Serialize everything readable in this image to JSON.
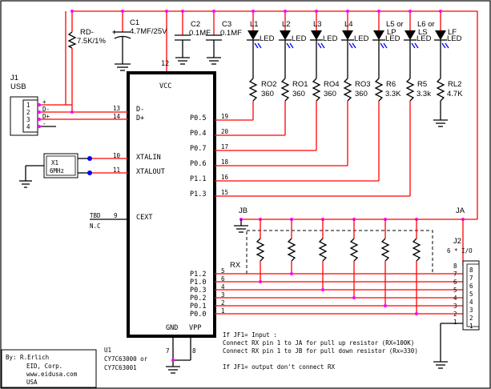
{
  "chip": {
    "vcc": "VCC",
    "gnd": "GND",
    "vpp": "VPP",
    "pin_vcc": "12",
    "pin_gnd": "7",
    "pin_vpp": "8",
    "ref": "U1",
    "part1": "CY7C63000 or",
    "part2": "CY7C63001",
    "left_pins": [
      {
        "num": "13",
        "label": "D-"
      },
      {
        "num": "14",
        "label": "D+"
      },
      {
        "num": "10",
        "label": "XTALIN"
      },
      {
        "num": "11",
        "label": "XTALOUT"
      },
      {
        "num": "9",
        "label": "CEXT"
      }
    ],
    "right_top_pins": [
      {
        "num": "19",
        "label": "P0.5"
      },
      {
        "num": "20",
        "label": "P0.4"
      },
      {
        "num": "17",
        "label": "P0.7"
      },
      {
        "num": "18",
        "label": "P0.6"
      },
      {
        "num": "16",
        "label": "P1.1"
      },
      {
        "num": "15",
        "label": "P1.3"
      }
    ],
    "right_bottom_pins": [
      {
        "num": "5",
        "label": "P1.2"
      },
      {
        "num": "6",
        "label": "P1.0"
      },
      {
        "num": "4",
        "label": "P0.3"
      },
      {
        "num": "3",
        "label": "P0.2"
      },
      {
        "num": "2",
        "label": "P0.1"
      },
      {
        "num": "1",
        "label": "P0.0"
      }
    ]
  },
  "usb": {
    "ref": "J1",
    "name": "USB",
    "pins": [
      "1",
      "2",
      "3",
      "4"
    ],
    "signals": [
      "+",
      "D-",
      "D+",
      "-"
    ]
  },
  "rd": {
    "ref": "RD-",
    "value": "7.5K/1%"
  },
  "caps": [
    {
      "ref": "C1",
      "value": "4.7MF/25V",
      "polarity": "+"
    },
    {
      "ref": "C2",
      "value": "0.1MF"
    },
    {
      "ref": "C3",
      "value": "0.1MF"
    }
  ],
  "leds": [
    {
      "ref": "L1",
      "type": "LED"
    },
    {
      "ref": "L2",
      "type": "LED"
    },
    {
      "ref": "L3",
      "type": "LED"
    },
    {
      "ref": "L4",
      "type": "LED"
    },
    {
      "ref": "LP",
      "type": "LED",
      "alt": "L5 or"
    },
    {
      "ref": "LS",
      "type": "LED",
      "alt": "L6 or"
    },
    {
      "ref": "LF",
      "type": "LED"
    }
  ],
  "resistors": [
    {
      "ref": "RO2",
      "value": "360"
    },
    {
      "ref": "RO1",
      "value": "360"
    },
    {
      "ref": "RO4",
      "value": "360"
    },
    {
      "ref": "RO3",
      "value": "360"
    },
    {
      "ref": "R6",
      "value": "3.3K"
    },
    {
      "ref": "R5",
      "value": "3.3k"
    },
    {
      "ref": "RL2",
      "value": "4.7K"
    }
  ],
  "crystal": {
    "ref": "X1",
    "value": "6MHz"
  },
  "cext": {
    "tbd": "TBD",
    "nc": "N.C"
  },
  "rx": {
    "label": "RX"
  },
  "ja": "JA",
  "jb": "JB",
  "j2": {
    "ref": "J2",
    "desc": "6 * I/O",
    "pins": [
      "8",
      "7",
      "6",
      "5",
      "4",
      "3",
      "2",
      "1"
    ],
    "left_nums": [
      "8",
      "7",
      "6",
      "5",
      "4",
      "3",
      "2",
      "1"
    ]
  },
  "notes": {
    "line1": "If JF1= Input :",
    "line2": "Connect RX pin 1 to JA for pull up resistor (RX=100K)",
    "line3": "Connect RX pin 1 to JB for pull down resistor (Rx=330)",
    "line4": "If JF1= output don't connect RX"
  },
  "credits": {
    "by": "By: R.Erlich",
    "company": "EID, Corp.",
    "url": "www.eidusa.com",
    "country": "USA"
  }
}
